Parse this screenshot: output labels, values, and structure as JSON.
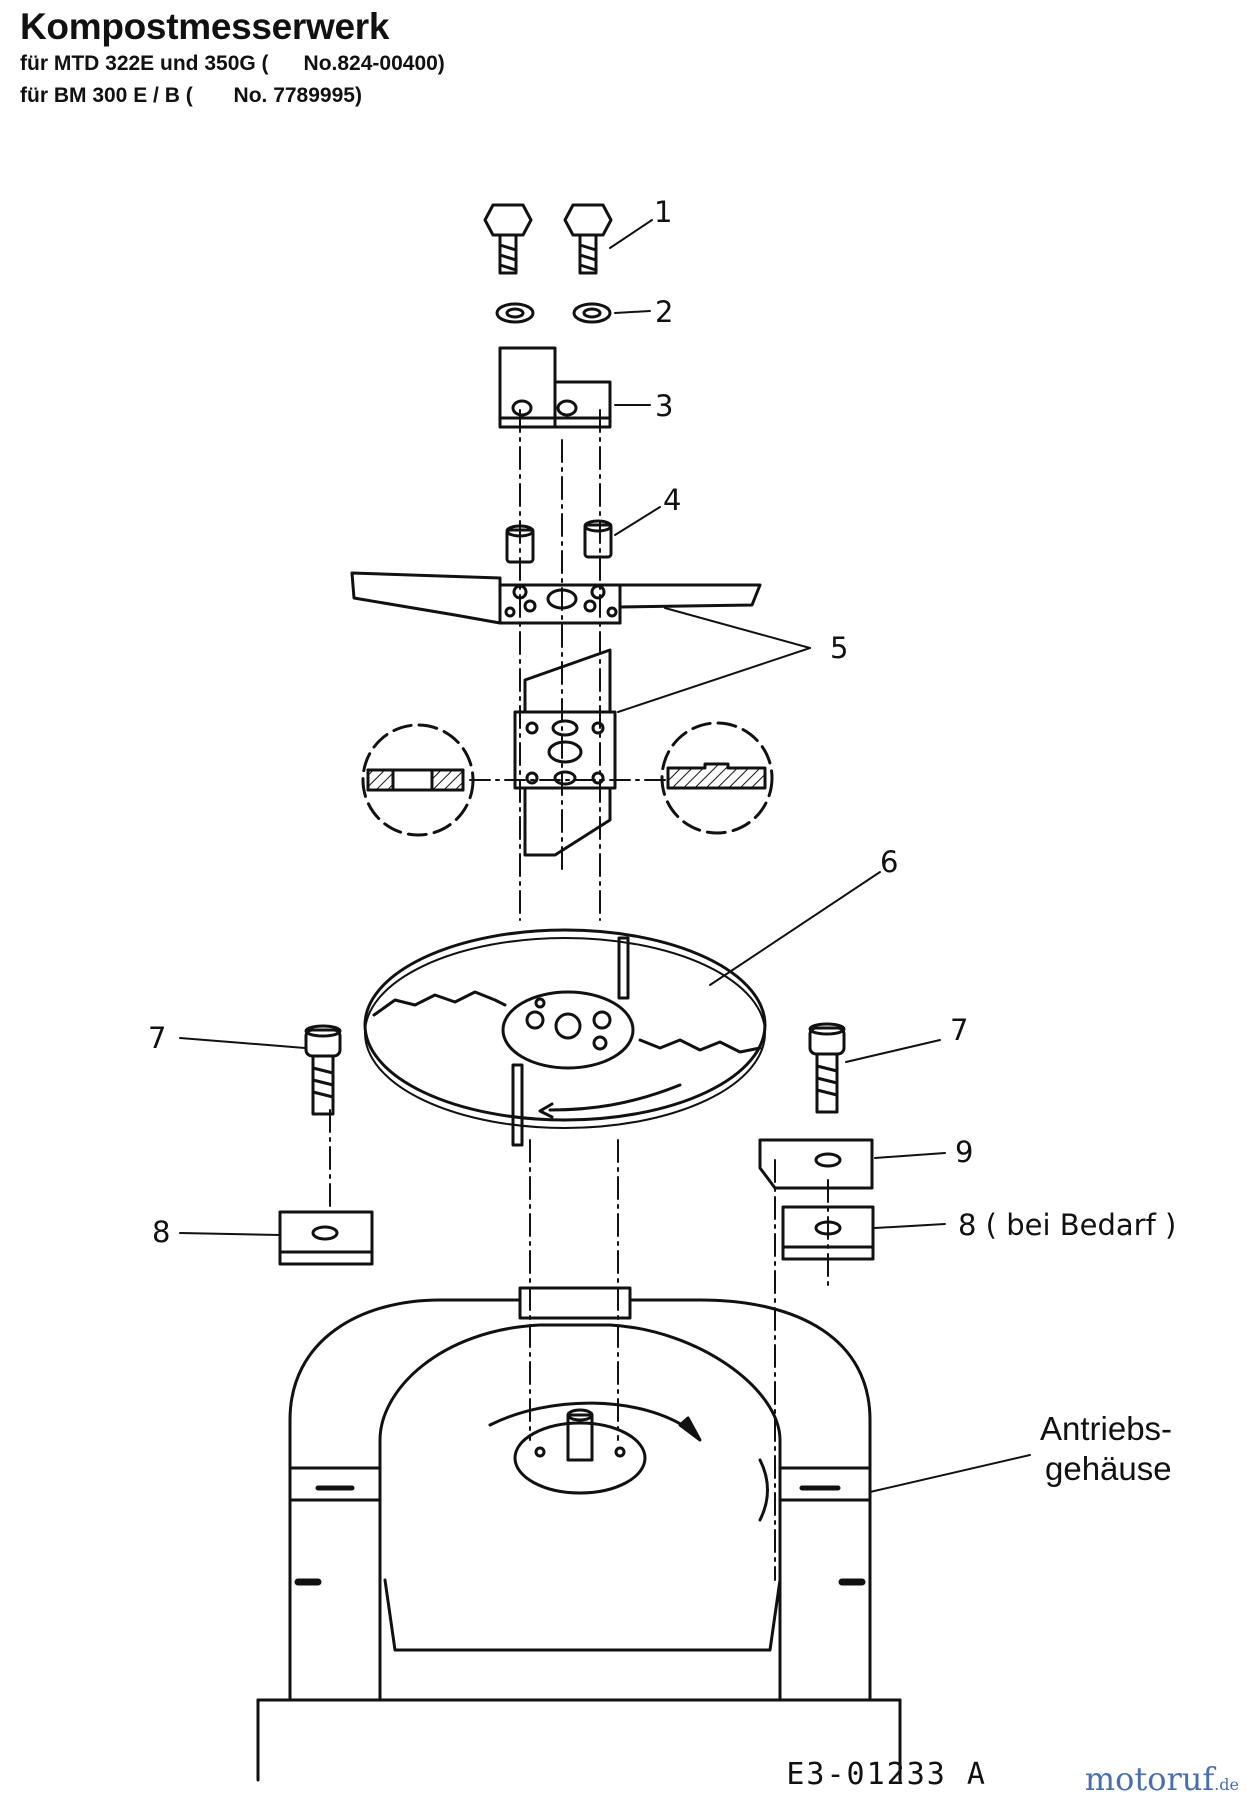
{
  "header": {
    "title": "Kompostmesserwerk",
    "line1": "für MTD 322E und 350G (      No.824-00400)",
    "line2": "für BM 300 E / B (       No. 7789995)"
  },
  "callouts": {
    "c1": "1",
    "c2": "2",
    "c3": "3",
    "c4": "4",
    "c5": "5",
    "c6": "6",
    "c7a": "7",
    "c7b": "7",
    "c8a": "8",
    "c8b": "8 ( bei  Bedarf )",
    "c9": "9",
    "housing_line1": "Antriebs-",
    "housing_line2": "gehäuse"
  },
  "footer": {
    "drawing_code": "E3-01233 A",
    "brand": "motoruf",
    "brand_tld": ".de"
  },
  "colors": {
    "ink": "#111111",
    "brand": "#4a6fb0"
  }
}
